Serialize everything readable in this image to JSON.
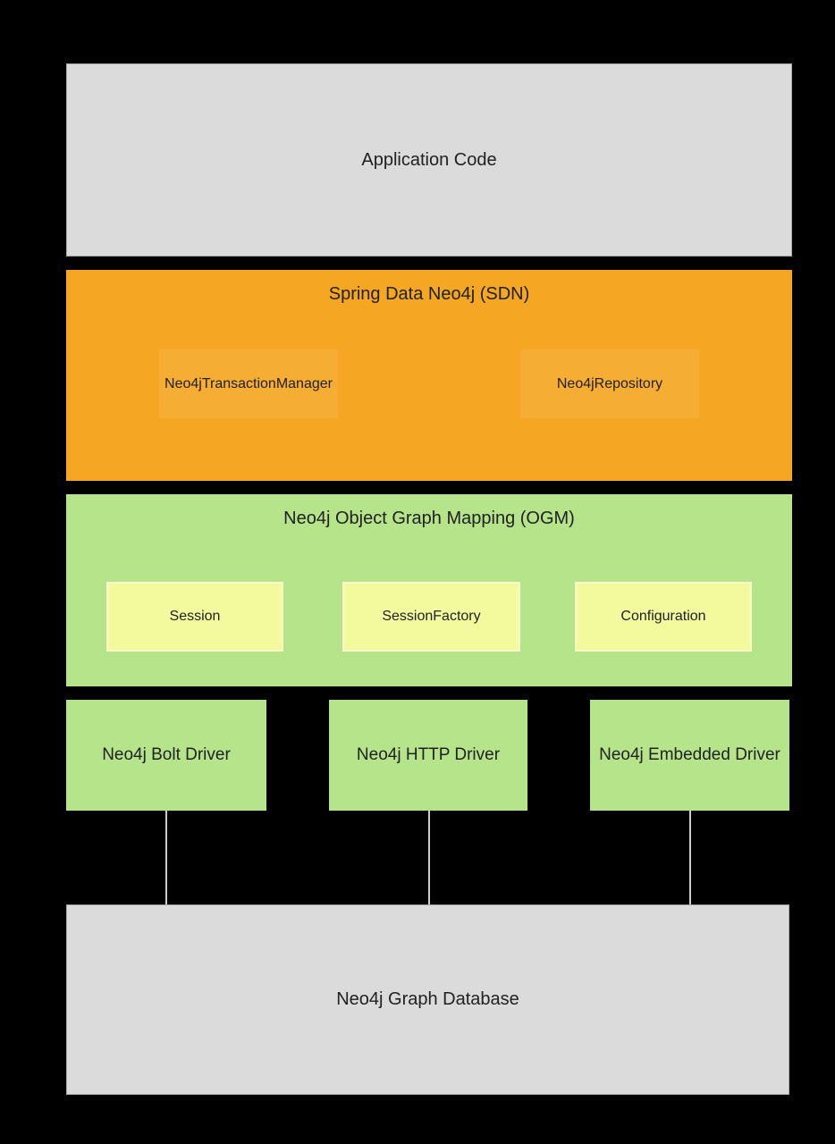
{
  "colors": {
    "background": "#000000",
    "neutral_box": "#dbdbdb",
    "neutral_box_border": "#a8a8a8",
    "sdn_orange": "#f5a623",
    "layer_green": "#b6e48b",
    "component_yellow": "#f3fa9d",
    "text": "#212121",
    "connector_line": "#cccccc"
  },
  "layers": {
    "application": {
      "label": "Application Code"
    },
    "sdn": {
      "title": "Spring Data Neo4j (SDN)",
      "components": [
        {
          "label": "Neo4jTransactionManager"
        },
        {
          "label": "Neo4jRepository"
        }
      ]
    },
    "ogm": {
      "title": "Neo4j Object Graph Mapping (OGM)",
      "components": [
        {
          "label": "Session"
        },
        {
          "label": "SessionFactory"
        },
        {
          "label": "Configuration"
        }
      ]
    },
    "drivers": [
      {
        "label": "Neo4j Bolt Driver"
      },
      {
        "label": "Neo4j HTTP Driver"
      },
      {
        "label": "Neo4j Embedded Driver"
      }
    ],
    "database": {
      "label": "Neo4j Graph Database"
    }
  }
}
